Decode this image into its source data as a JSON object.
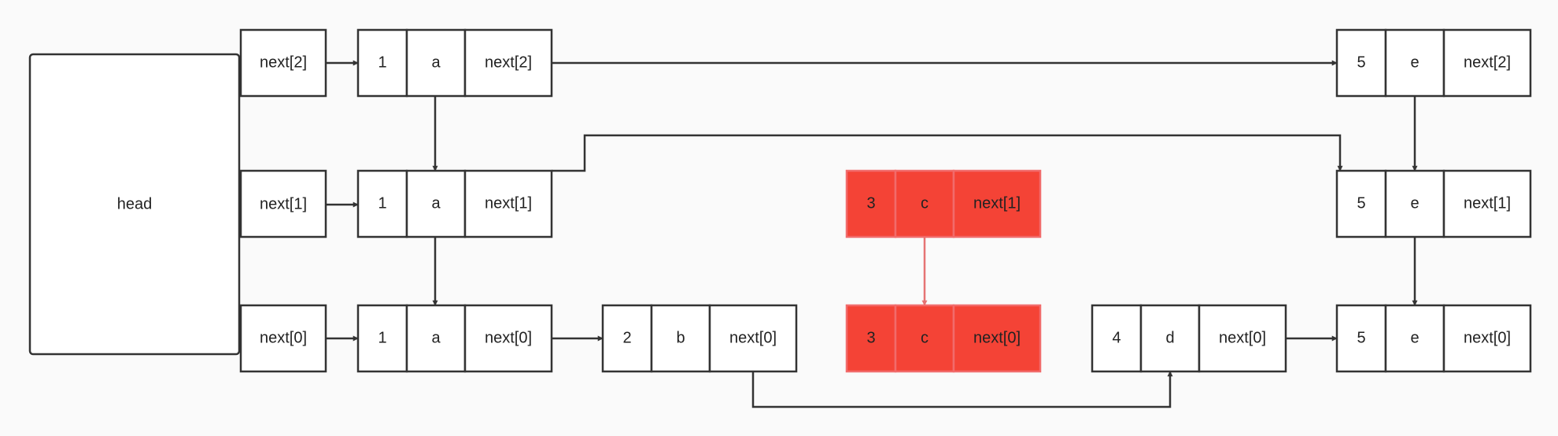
{
  "head": {
    "label": "head"
  },
  "head_pointers": [
    {
      "id": "hp2",
      "label": "next[2]"
    },
    {
      "id": "hp1",
      "label": "next[1]"
    },
    {
      "id": "hp0",
      "label": "next[0]"
    }
  ],
  "nodes": [
    {
      "id": "n1_l2",
      "cells": [
        "1",
        "a",
        "next[2]"
      ],
      "highlight": false
    },
    {
      "id": "n1_l1",
      "cells": [
        "1",
        "a",
        "next[1]"
      ],
      "highlight": false
    },
    {
      "id": "n1_l0",
      "cells": [
        "1",
        "a",
        "next[0]"
      ],
      "highlight": false
    },
    {
      "id": "n2_l0",
      "cells": [
        "2",
        "b",
        "next[0]"
      ],
      "highlight": false
    },
    {
      "id": "n3_l1",
      "cells": [
        "3",
        "c",
        "next[1]"
      ],
      "highlight": true
    },
    {
      "id": "n3_l0",
      "cells": [
        "3",
        "c",
        "next[0]"
      ],
      "highlight": true
    },
    {
      "id": "n4_l0",
      "cells": [
        "4",
        "d",
        "next[0]"
      ],
      "highlight": false
    },
    {
      "id": "n5_l2",
      "cells": [
        "5",
        "e",
        "next[2]"
      ],
      "highlight": false
    },
    {
      "id": "n5_l1",
      "cells": [
        "5",
        "e",
        "next[1]"
      ],
      "highlight": false
    },
    {
      "id": "n5_l0",
      "cells": [
        "5",
        "e",
        "next[0]"
      ],
      "highlight": false
    }
  ],
  "colors": {
    "stroke": "#333333",
    "highlight_fill": "#f44336",
    "highlight_arrow": "#e57373",
    "background": "#fafafa"
  }
}
